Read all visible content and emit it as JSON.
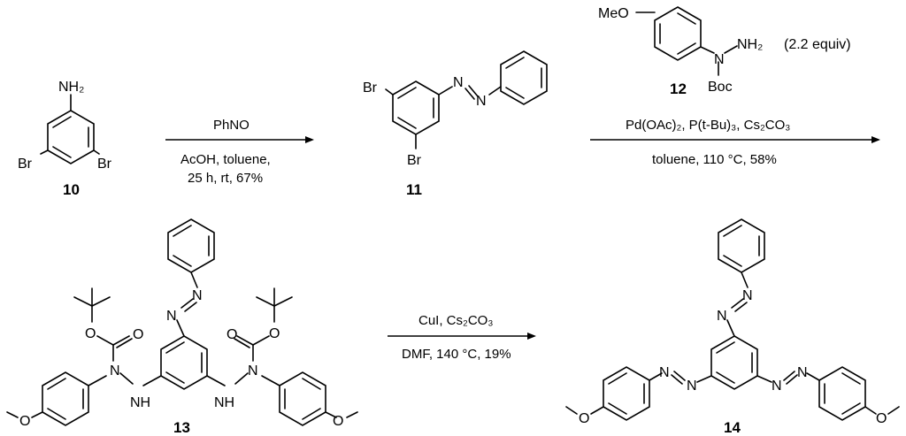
{
  "scheme": {
    "compounds": {
      "c10": {
        "number": "10",
        "nh2": "NH₂",
        "br_left": "Br",
        "br_right": "Br"
      },
      "c11": {
        "number": "11",
        "br_top": "Br",
        "br_bottom": "Br",
        "n1": "N",
        "n2": "N"
      },
      "c12": {
        "number": "12",
        "meo": "MeO",
        "n": "N",
        "nh2": "NH₂",
        "boc": "Boc",
        "equiv": "(2.2 equiv)"
      },
      "c13": {
        "number": "13",
        "n": "N",
        "nh": "NH",
        "o": "O",
        "ome": "O"
      },
      "c14": {
        "number": "14",
        "n": "N",
        "o": "O"
      }
    },
    "steps": [
      {
        "above": "PhNO",
        "below_1": "AcOH, toluene,",
        "below_2": "25 h, rt, 67%"
      },
      {
        "above": "Pd(OAc)₂, P(t-Bu)₃, Cs₂CO₃",
        "below_1": "toluene, 110 °C, 58%"
      },
      {
        "above": "CuI, Cs₂CO₃",
        "below_1": "DMF, 140 °C, 19%"
      }
    ]
  }
}
